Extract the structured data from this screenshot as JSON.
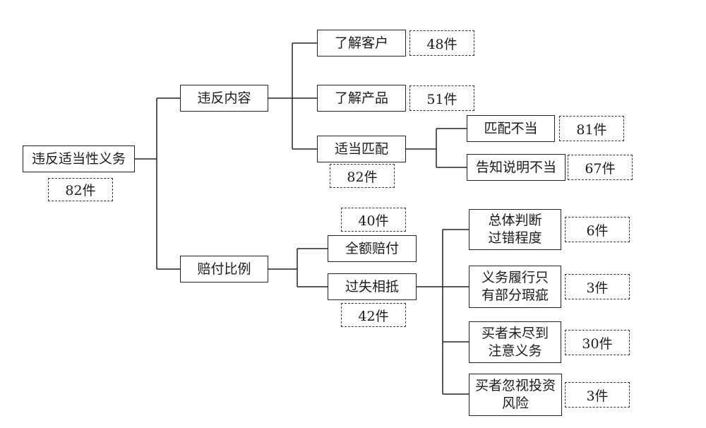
{
  "root": {
    "label": "违反适当性义务",
    "count": "82件"
  },
  "branch_content": {
    "label": "违反内容"
  },
  "know_customer": {
    "label": "了解客户",
    "count": "48件"
  },
  "know_product": {
    "label": "了解产品",
    "count": "51件"
  },
  "proper_match": {
    "label": "适当匹配",
    "count": "82件"
  },
  "mismatch": {
    "label": "匹配不当",
    "count": "81件"
  },
  "improper_disclosure": {
    "label": "告知说明不当",
    "count": "67件"
  },
  "branch_ratio": {
    "label": "赔付比例"
  },
  "full_compensation": {
    "label": "全额赔付",
    "count": "40件"
  },
  "fault_offset": {
    "label": "过失相抵",
    "count": "42件"
  },
  "fault_degree": {
    "label": "总体判断\n过错程度",
    "count": "6件"
  },
  "partial_flaw": {
    "label": "义务履行只\n有部分瑕疵",
    "count": "3件"
  },
  "buyer_negligence": {
    "label": "买者未尽到\n注意义务",
    "count": "30件"
  },
  "buyer_ignore_risk": {
    "label": "买者忽视投资\n风险",
    "count": "3件"
  }
}
